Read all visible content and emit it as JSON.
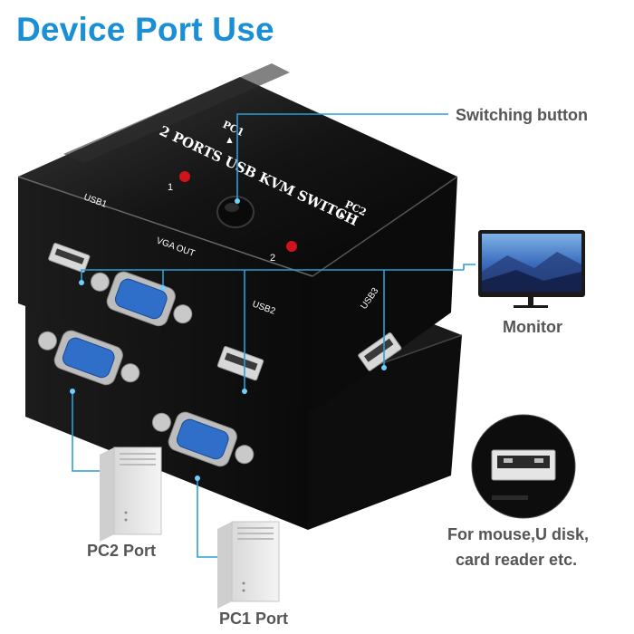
{
  "header": {
    "title": "Device Port Use"
  },
  "callouts": {
    "switching_button": "Switching button",
    "monitor": "Monitor",
    "usb_use_line1": "For mouse,U disk,",
    "usb_use_line2": "card reader etc.",
    "pc2_port": "PC2 Port",
    "pc1_port": "PC1 Port"
  },
  "device": {
    "model_text": "2 PORTS USB KVM SWITCH",
    "pc1_label": "PC1",
    "pc2_label": "PC2",
    "led1_label": "1",
    "led2_label": "2",
    "usb1_label": "USB1",
    "usb2_label": "USB2",
    "usb3_label": "USB3",
    "vga_out_label": "VGA OUT"
  },
  "colors": {
    "title": "#1b8fd6",
    "callout_text": "#555555",
    "leader_line": "#2a9fd6",
    "led": "#d0121b"
  }
}
